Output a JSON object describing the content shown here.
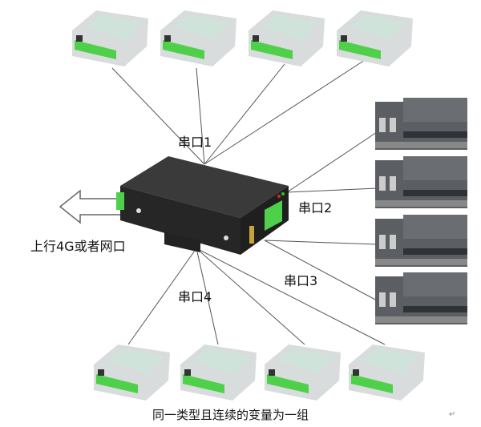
{
  "labels": {
    "port1": "串口1",
    "port2": "串口2",
    "port3": "串口3",
    "port4": "串口4",
    "uplink": "上行4G或者网口",
    "caption": "同一类型且连续的变量为一组",
    "return_mark": "↵"
  },
  "devices": {
    "gateway": "gateway",
    "top_io_modules": 4,
    "right_plcs": 4,
    "bottom_io_modules": 4
  },
  "colors": {
    "terminal_green": "#4fd04a",
    "gateway_body": "#2a2a2a",
    "module_body": "#d9dcdc",
    "module_face": "#cfe3da",
    "plc_body": "#5b5e62",
    "line": "#555555"
  }
}
